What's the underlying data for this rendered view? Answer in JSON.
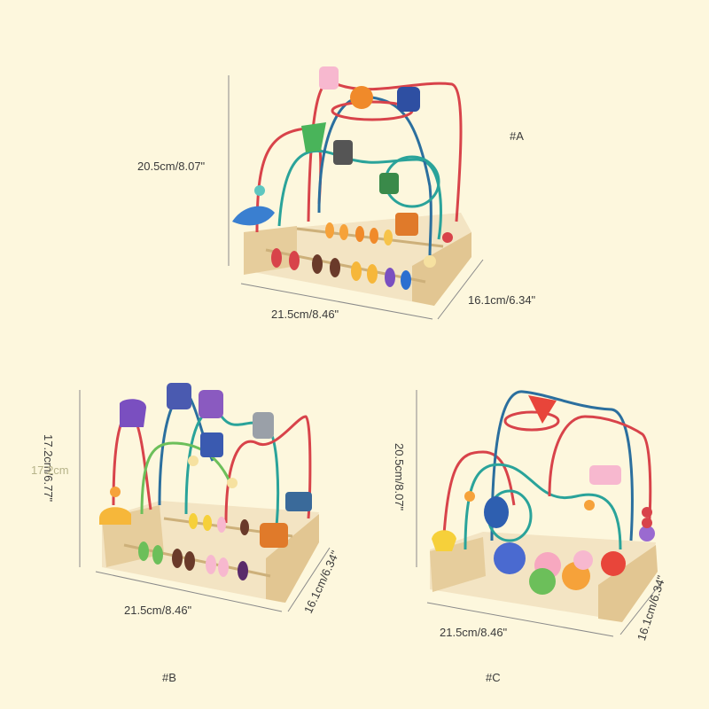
{
  "toys": {
    "a": {
      "label": "#A",
      "height": "20.5cm/8.07\"",
      "width": "21.5cm/8.46\"",
      "depth": "16.1cm/6.34\""
    },
    "b": {
      "label": "#B",
      "height": "17.2cm/6.77\"",
      "height_ghost": "17.2cm",
      "width": "21.5cm/8.46\"",
      "depth": "16.1cm/6.34\""
    },
    "c": {
      "label": "#C",
      "height": "20.5cm/8.07\"",
      "width": "21.5cm/8.46\"",
      "depth": "16.1cm/6.34\""
    }
  },
  "colors": {
    "background": "#fdf7dd",
    "wood": "#e9d3a6",
    "wood_dark": "#cdb07a",
    "wire_red": "#d8434a",
    "wire_blue": "#2b6f9e",
    "wire_teal": "#2aa39a",
    "wire_green": "#6cbf5a",
    "dim_line": "#8a8a8a"
  }
}
